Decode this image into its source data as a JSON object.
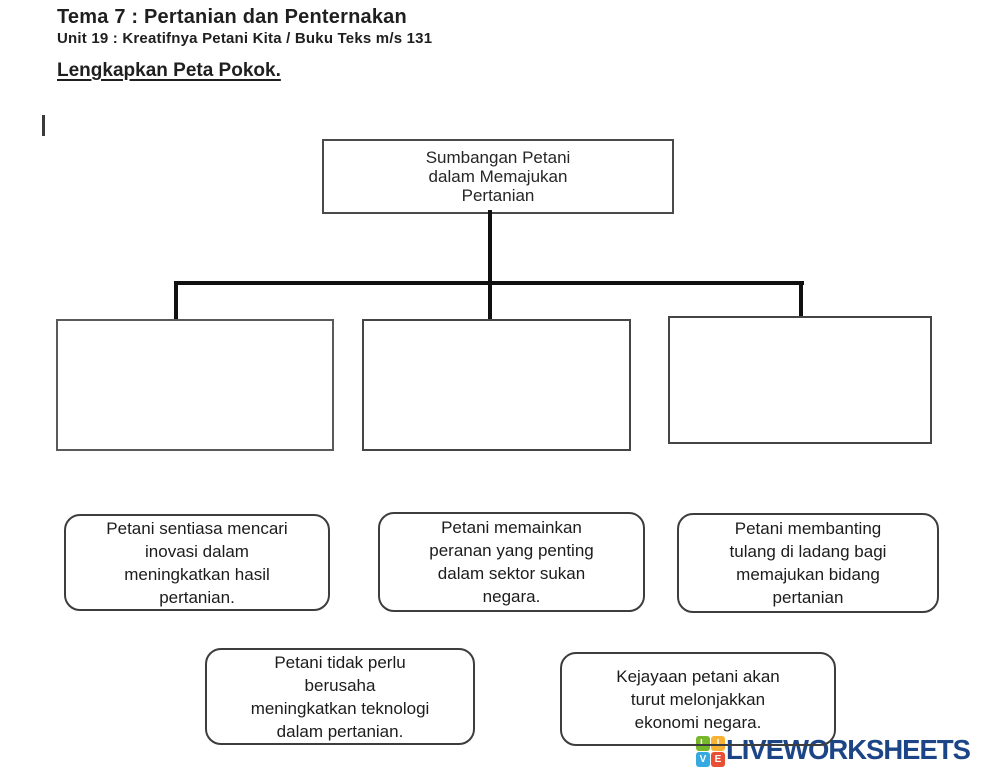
{
  "header": {
    "title": "Tema 7 : Pertanian dan Penternakan",
    "subtitle": "Unit 19 : Kreatifnya Petani Kita / Buku Teks m/s 131",
    "instruction": "Lengkapkan Peta Pokok."
  },
  "diagram": {
    "root_label": "Sumbangan Petani dalam Memajukan Pertanian",
    "empty_target_count": 3
  },
  "options": [
    "Petani sentiasa mencari inovasi dalam meningkatkan hasil pertanian.",
    "Petani memainkan peranan yang penting dalam sektor sukan negara.",
    "Petani membanting tulang di ladang bagi memajukan bidang pertanian",
    "Petani tidak perlu berusaha meningkatkan teknologi dalam pertanian.",
    "Kejayaan petani akan turut melonjakkan ekonomi negara."
  ],
  "branding": {
    "wordmark": "LIVEWORKSHEETS",
    "logo_letters": [
      "L",
      "I",
      "V",
      "E"
    ],
    "colors": {
      "letter_l": "#76b82a",
      "letter_i": "#f9b233",
      "letter_v": "#36a9e1",
      "letter_e": "#e94f35",
      "wordmark": "#1c4587"
    }
  }
}
